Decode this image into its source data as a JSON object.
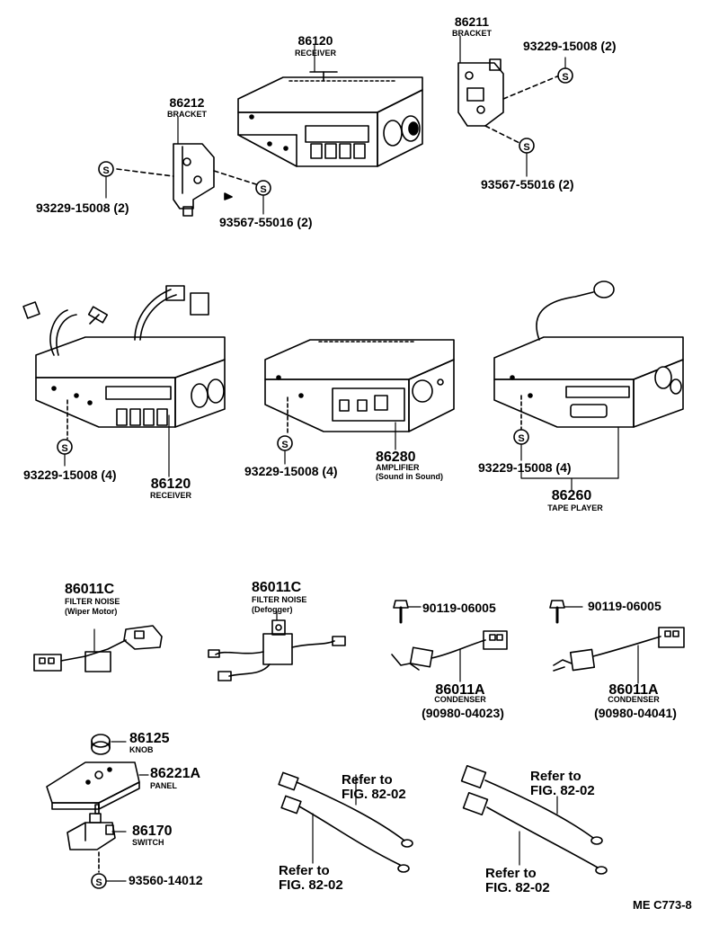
{
  "parts": {
    "p86120_top": {
      "num": "86120",
      "name": "RECEIVER"
    },
    "p86212": {
      "num": "86212",
      "name": "BRACKET"
    },
    "p86211": {
      "num": "86211",
      "name": "BRACKET"
    },
    "bolt_top_right": "93229-15008 (2)",
    "nut_top_right": "93567-55016 (2)",
    "bolt_top_left": "93229-15008 (2)",
    "nut_top_mid": "93567-55016 (2)",
    "bolt_receiver": "93229-15008 (4)",
    "p86120_mid": {
      "num": "86120",
      "name": "RECEIVER"
    },
    "bolt_amp": "93229-15008 (4)",
    "p86280": {
      "num": "86280",
      "name": "AMPLIFIER",
      "note": "(Sound in Sound)"
    },
    "bolt_tape": "93229-15008 (4)",
    "p86260": {
      "num": "86260",
      "name": "TAPE PLAYER"
    },
    "p86011c_wiper": {
      "num": "86011C",
      "name": "FILTER NOISE",
      "note": "(Wiper Motor)"
    },
    "p86011c_defog": {
      "num": "86011C",
      "name": "FILTER NOISE",
      "note": "(Defogger)"
    },
    "screw_left": "90119-06005",
    "screw_right": "90119-06005",
    "p86011a_left": {
      "num": "86011A",
      "name": "CONDENSER",
      "alt": "(90980-04023)"
    },
    "p86011a_right": {
      "num": "86011A",
      "name": "CONDENSER",
      "alt": "(90980-04041)"
    },
    "p86125": {
      "num": "86125",
      "name": "KNOB"
    },
    "p86221a": {
      "num": "86221A",
      "name": "PANEL"
    },
    "p86170": {
      "num": "86170",
      "name": "SWITCH"
    },
    "bolt_switch": "93560-14012",
    "refer_top_mid": {
      "line1": "Refer to",
      "line2": "FIG. 82-02"
    },
    "refer_bot_mid": {
      "line1": "Refer to",
      "line2": "FIG. 82-02"
    },
    "refer_top_right": {
      "line1": "Refer to",
      "line2": "FIG. 82-02"
    },
    "refer_bot_right": {
      "line1": "Refer to",
      "line2": "FIG. 82-02"
    }
  },
  "symbol_letter": "S",
  "figure_code": "ME C773-8"
}
